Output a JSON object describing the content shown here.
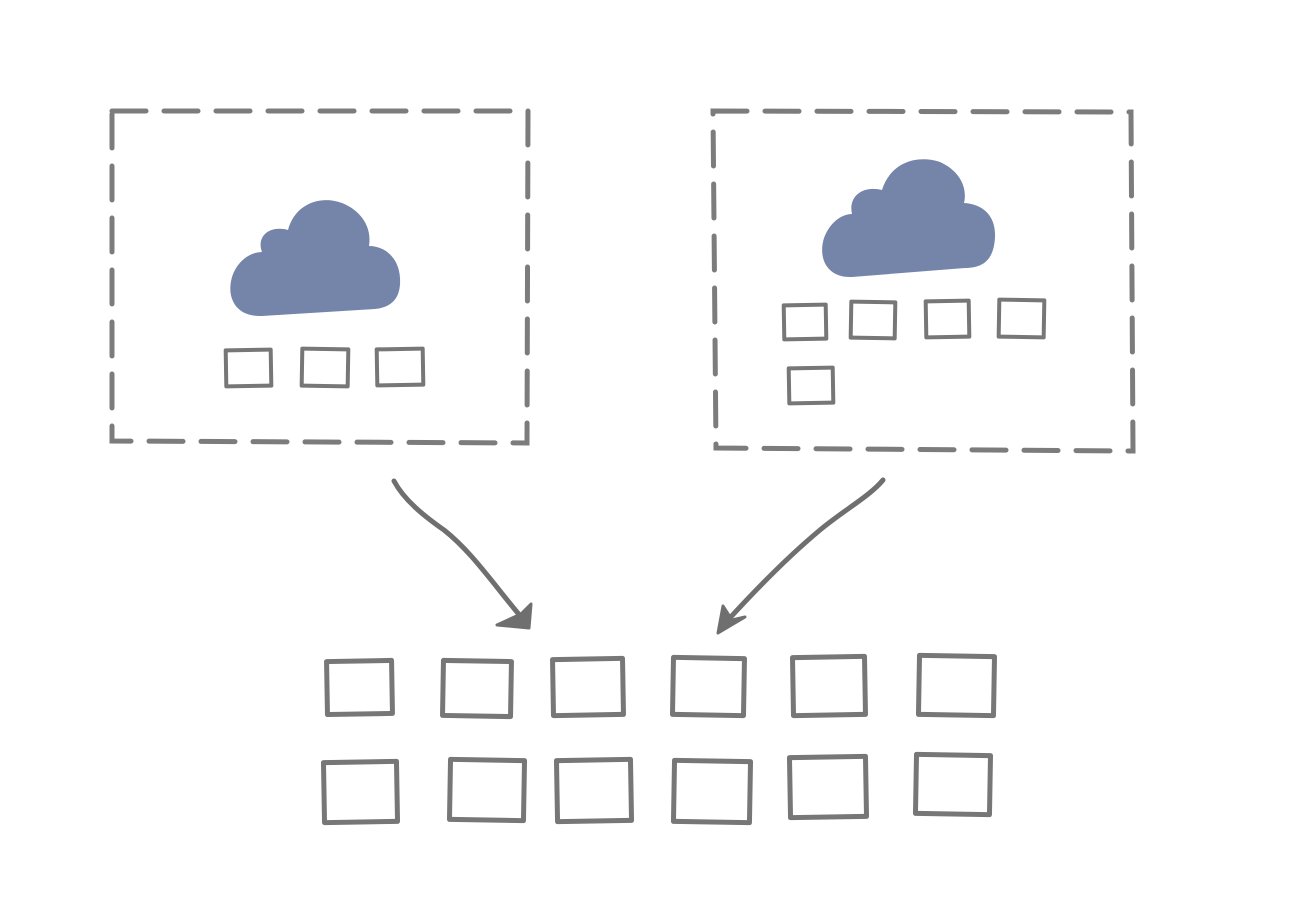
{
  "diagram": {
    "kind": "sketch",
    "description_visible_text": "",
    "colors": {
      "frame_stroke": "#7c7c7c",
      "node_stroke": "#777777",
      "cloud_fill": "#7585aa",
      "arrow_stroke": "#6f6f6f",
      "background": "#ffffff"
    },
    "groups": [
      {
        "id": "left-cluster",
        "icon": "cloud-icon",
        "node_count": 3
      },
      {
        "id": "right-cluster",
        "icon": "cloud-icon",
        "node_count": 5
      }
    ],
    "target": {
      "id": "combined-pool",
      "node_count": 12
    },
    "edges": [
      {
        "from": "left-cluster",
        "to": "combined-pool"
      },
      {
        "from": "right-cluster",
        "to": "combined-pool"
      }
    ]
  }
}
